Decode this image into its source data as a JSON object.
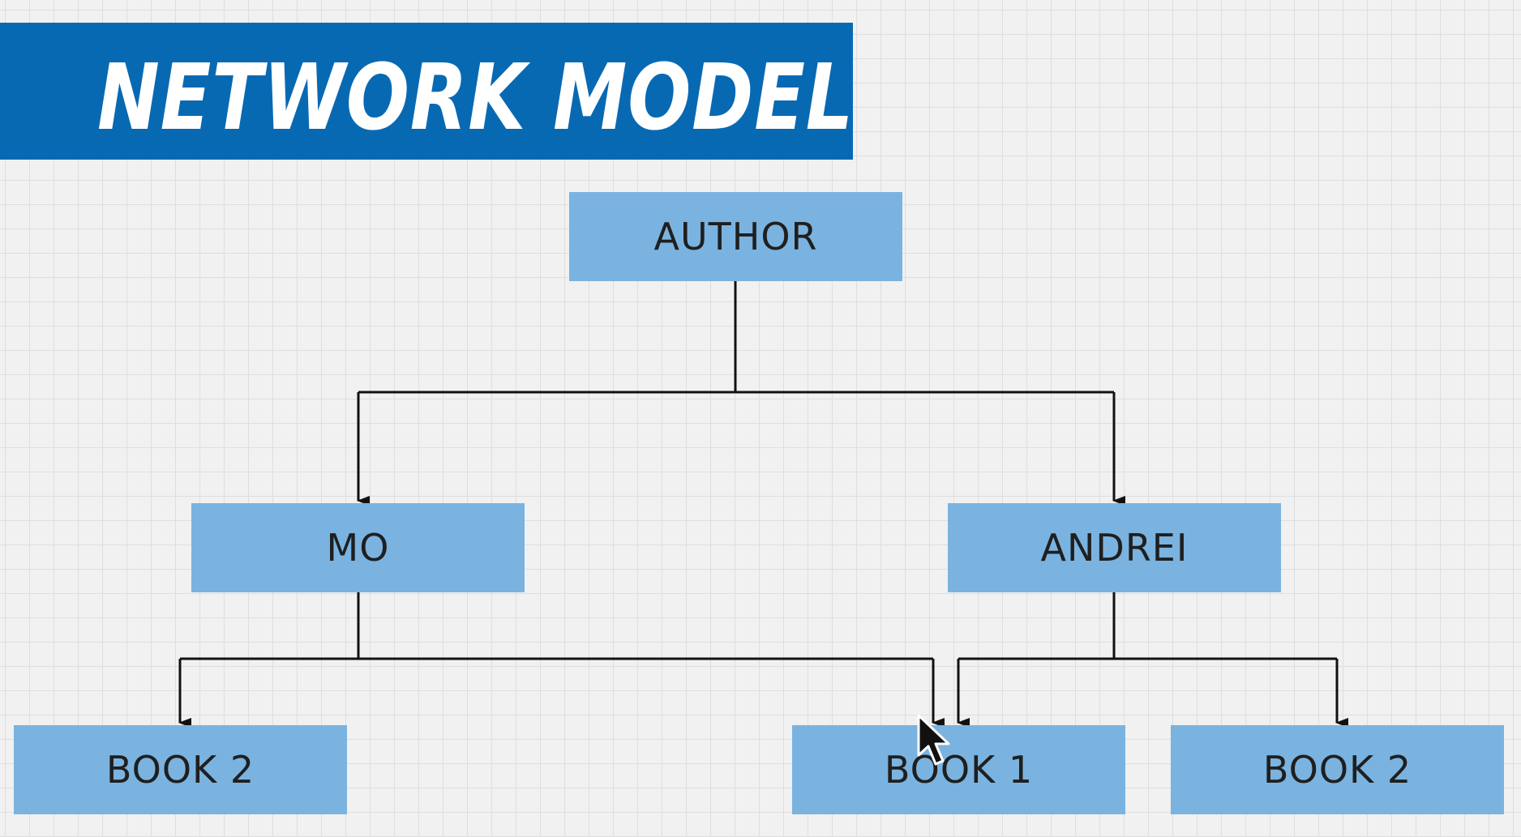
{
  "title": "NETWORK MODEL",
  "nodes": {
    "author": "AUTHOR",
    "mo": "MO",
    "andrei": "ANDREI",
    "book2_left": "BOOK 2",
    "book1": "BOOK 1",
    "book2_right": "BOOK 2"
  },
  "edges": [
    {
      "from": "AUTHOR",
      "to": "MO"
    },
    {
      "from": "AUTHOR",
      "to": "ANDREI"
    },
    {
      "from": "MO",
      "to": "BOOK 2"
    },
    {
      "from": "MO",
      "to": "BOOK 1"
    },
    {
      "from": "ANDREI",
      "to": "BOOK 1"
    },
    {
      "from": "ANDREI",
      "to": "BOOK 2"
    }
  ],
  "colors": {
    "banner": "#0869b3",
    "node_fill": "#7ab3e0",
    "connector": "#111111",
    "background": "#f1f1f1"
  },
  "icons": [
    "mouse-pointer-icon"
  ]
}
